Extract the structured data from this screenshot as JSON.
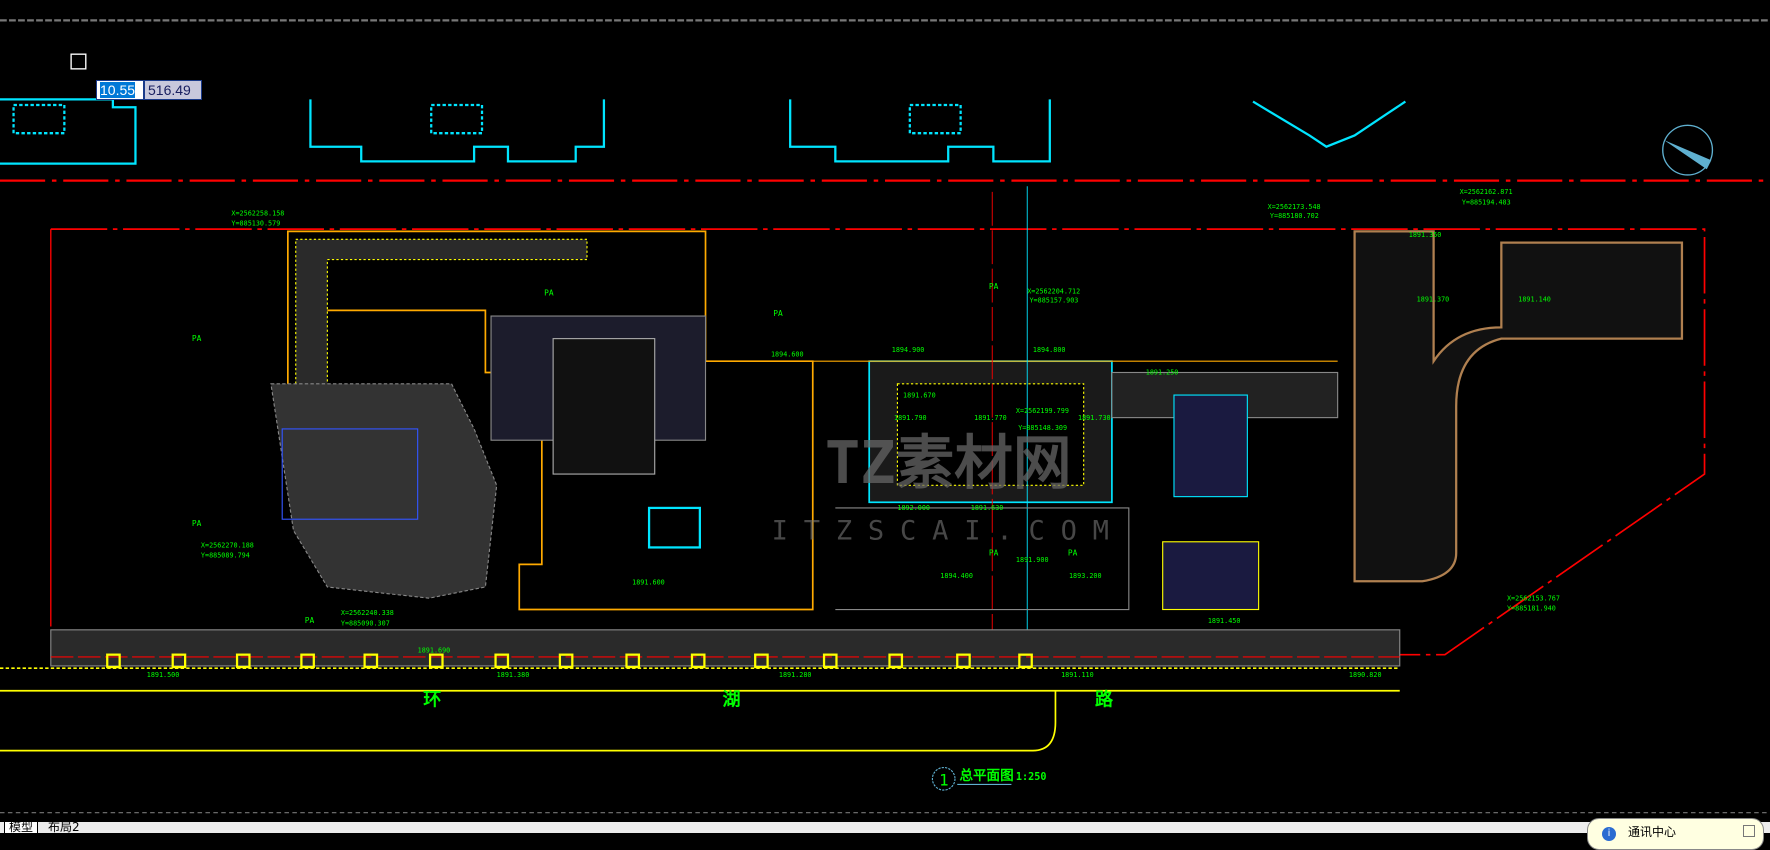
{
  "coord_input": {
    "x_value": "10.55",
    "y_value": "516.49"
  },
  "layout_tabs": [
    {
      "label": "模型"
    },
    {
      "label": "布局2"
    }
  ],
  "notification": {
    "title": "通讯中心",
    "icon": "info-icon"
  },
  "drawing": {
    "title": "总平面图",
    "scale": "1:250",
    "index_number": "1",
    "road_name": [
      "环",
      "湖",
      "路"
    ],
    "area_marks": [
      "PA",
      "PA",
      "PA",
      "PA",
      "PA",
      "PA",
      "PA",
      "PA"
    ],
    "watermark_main": "TZ素材网",
    "watermark_sub": "ITZSCAI.COM",
    "elevations": [
      "1891.500",
      "1891.380",
      "1891.280",
      "1891.110",
      "1890.820",
      "1891.690",
      "1891.790",
      "1891.770",
      "1891.730",
      "1891.670",
      "1891.630",
      "1892.000",
      "1894.400",
      "1894.800",
      "1891.250",
      "1891.350",
      "1891.370",
      "1891.140",
      "1894.600",
      "1891.600",
      "1893.200",
      "1891.900",
      "1891.450",
      "1894.900"
    ],
    "coordinates": [
      "X=2562162.871",
      "Y=885194.483",
      "X=2562199.799",
      "Y=885148.309",
      "X=2562173.548",
      "Y=885180.702",
      "X=2562204.712",
      "Y=885157.903",
      "X=2562258.158",
      "Y=885130.579",
      "X=2562270.188",
      "Y=885089.794",
      "X=2562240.338",
      "Y=885090.307",
      "X=2562153.767",
      "Y=885181.940"
    ]
  },
  "colors": {
    "background": "#000000",
    "annotation": "#00ff00",
    "boundary": "#ff0000",
    "building": "#00ffff",
    "paving": "#ffff00"
  }
}
